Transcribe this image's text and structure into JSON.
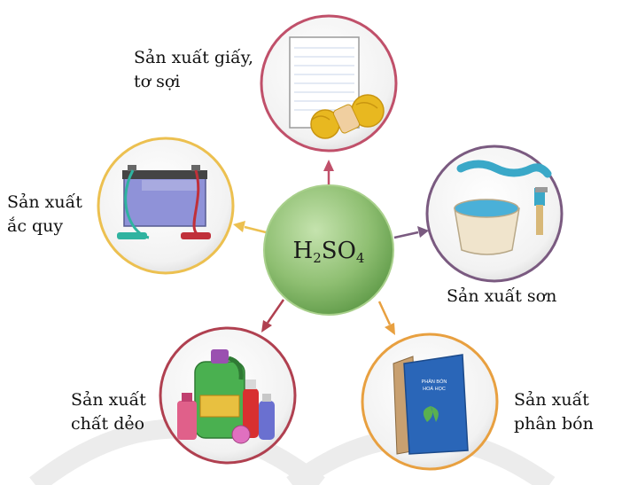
{
  "center": {
    "formula": {
      "h": "H",
      "h_sub": "2",
      "so": "SO",
      "so_sub": "4"
    },
    "color": "#8fbf72"
  },
  "nodes": [
    {
      "id": "paper",
      "label_lines": [
        "Sản xuất giấy,",
        "tơ sợi"
      ],
      "ring_color": "#c0506a",
      "arrow_color": "#c0506a",
      "icon": "paper-yarn-icon"
    },
    {
      "id": "battery",
      "label_lines": [
        "Sản xuất",
        "ắc quy"
      ],
      "ring_color": "#ecc050",
      "arrow_color": "#ecc050",
      "icon": "battery-icon"
    },
    {
      "id": "paint",
      "label_lines": [
        "Sản xuất sơn"
      ],
      "ring_color": "#7a5a80",
      "arrow_color": "#7a5a80",
      "icon": "paint-bucket-icon"
    },
    {
      "id": "plastic",
      "label_lines": [
        "Sản xuất",
        "chất dẻo"
      ],
      "ring_color": "#b04050",
      "arrow_color": "#b04050",
      "icon": "plastic-bottles-icon"
    },
    {
      "id": "fertilizer",
      "label_lines": [
        "Sản xuất",
        "phân bón"
      ],
      "ring_color": "#e8a040",
      "arrow_color": "#e8a040",
      "icon": "fertilizer-bag-icon"
    }
  ],
  "fertilizer_bag_text": [
    "PHÂN BÓN",
    "HOÁ HỌC"
  ]
}
